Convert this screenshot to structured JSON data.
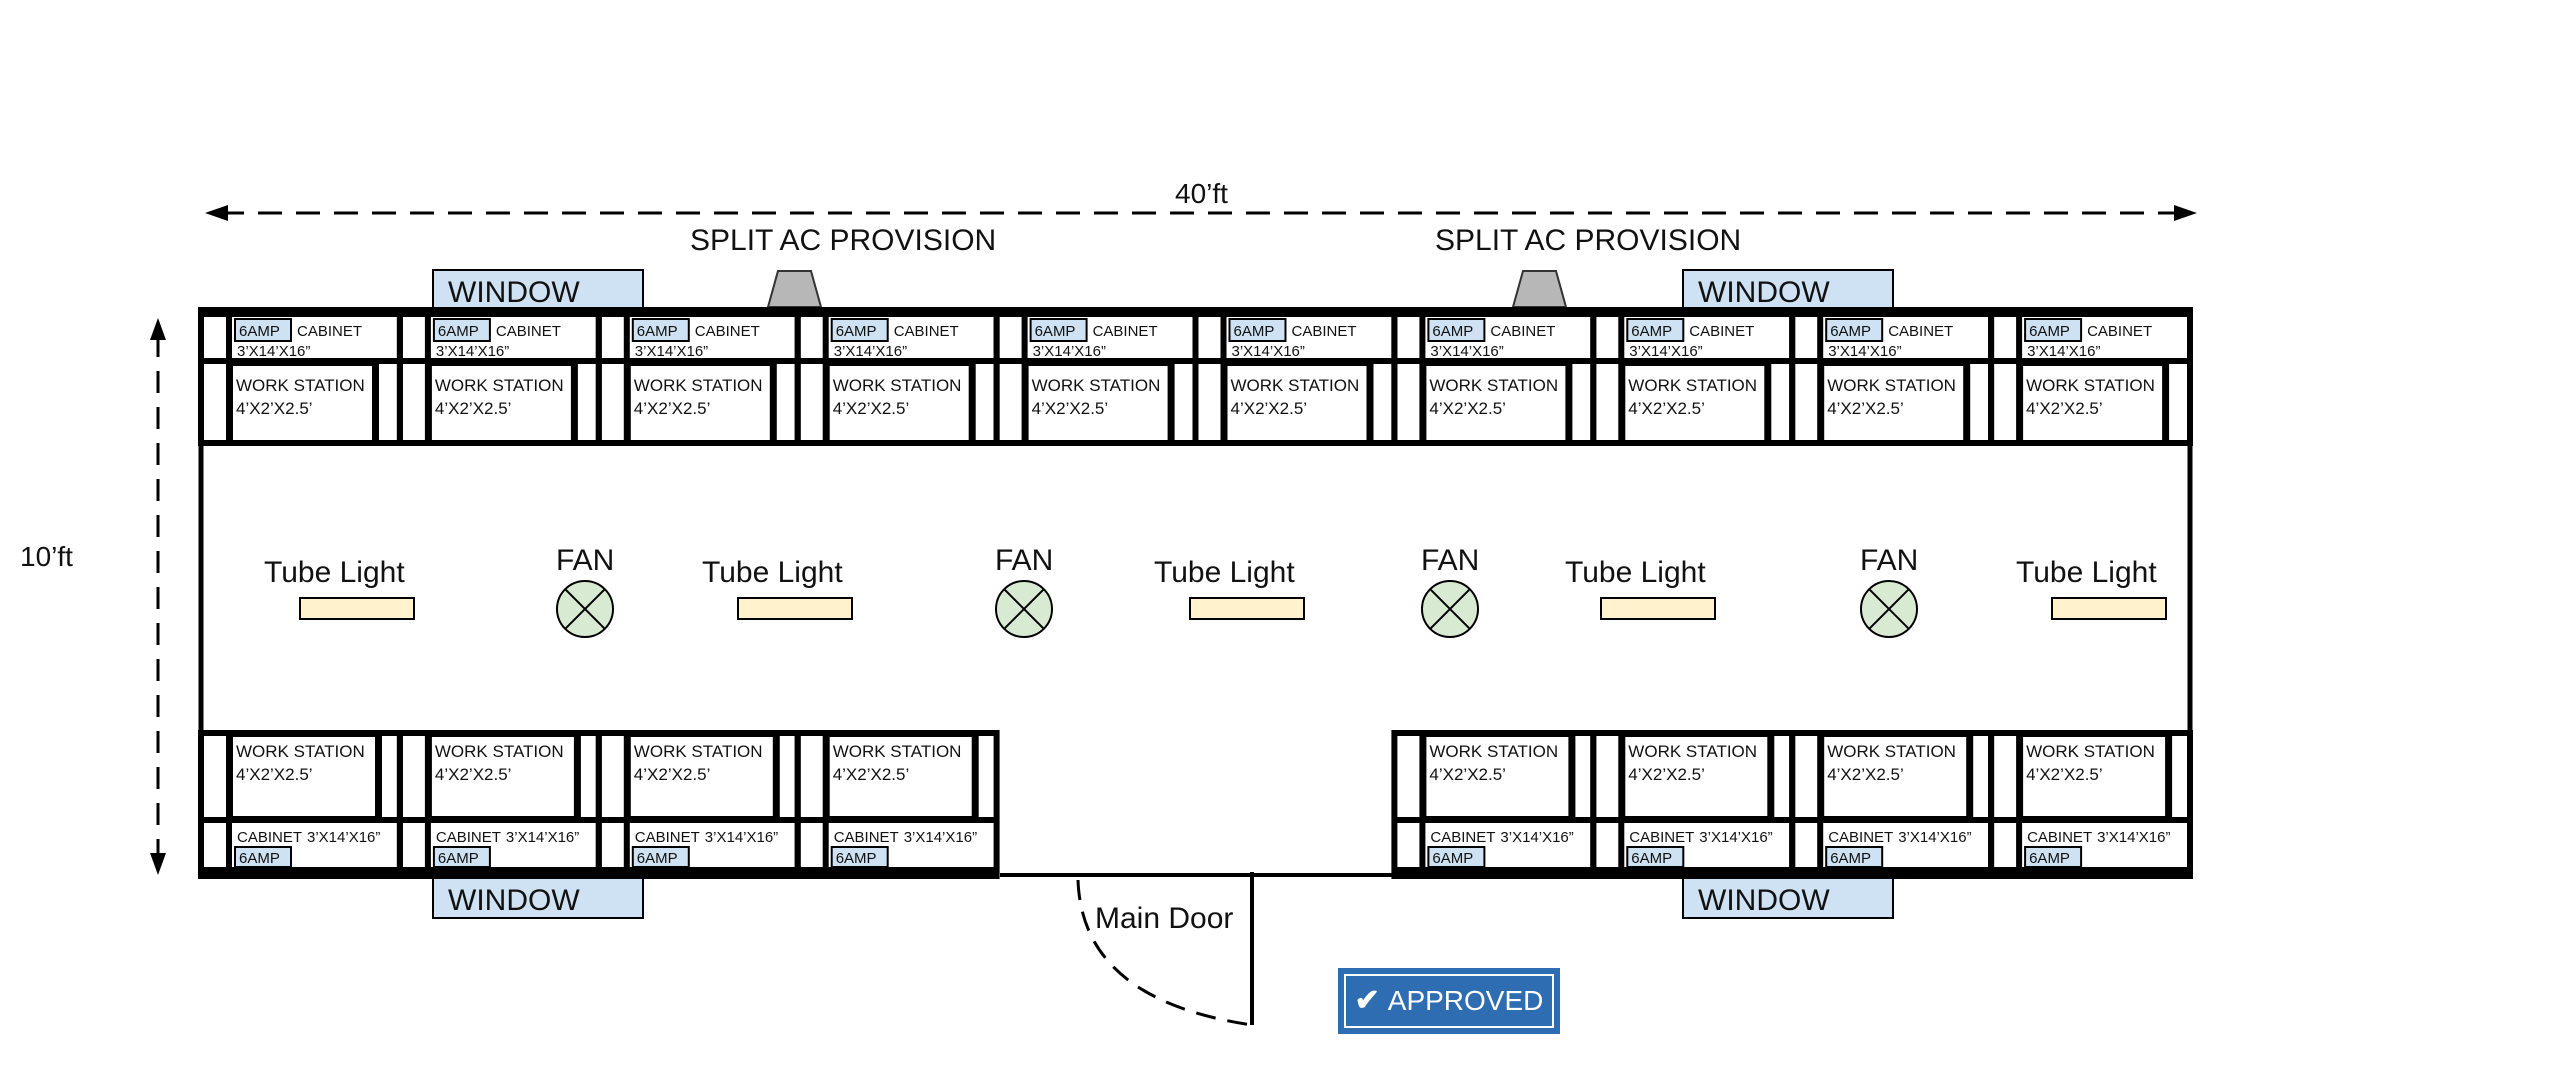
{
  "dimensions": {
    "length_label": "40’ft",
    "width_label": "10’ft"
  },
  "labels": {
    "split_ac": [
      "SPLIT AC PROVISION",
      "SPLIT AC PROVISION"
    ],
    "windows_top": [
      "WINDOW",
      "WINDOW"
    ],
    "windows_bottom": [
      "WINDOW",
      "WINDOW"
    ],
    "main_door": "Main Door"
  },
  "top_row": {
    "modules": 10,
    "cabinet_socket": "6AMP",
    "cabinet_label": "CABINET",
    "cabinet_size": "3’X14’X16”",
    "workstation_label": "WORK STATION",
    "workstation_size": "4’X2’X2.5’"
  },
  "bottom_row": {
    "left_modules": 4,
    "right_modules": 4,
    "cabinet_socket": "6AMP",
    "cabinet_label": "CABINET",
    "cabinet_size": "3’X14’X16”",
    "workstation_label": "WORK STATION",
    "workstation_size": "4’X2’X2.5’"
  },
  "fixtures": {
    "tube_light_label": "Tube Light",
    "tube_light_count": 5,
    "fan_label": "FAN",
    "fan_count": 4
  },
  "colors": {
    "window_fill": "#cfe2f3",
    "socket_fill": "#cfe2f3",
    "tube_fill": "#fff2cc",
    "fan_fill": "#d9ead3",
    "ac_fill": "#b7b7b7",
    "badge_fill": "#2f6db3"
  },
  "badge": {
    "icon": "check-icon",
    "label": "APPROVED"
  }
}
